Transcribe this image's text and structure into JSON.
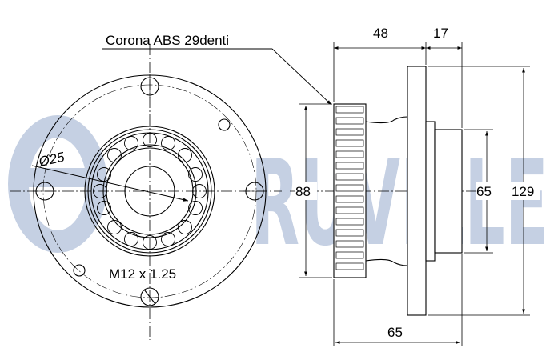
{
  "watermark": {
    "text": "RUVILLE",
    "color": "#c5d0e3",
    "logo": "ruville-logo-mark"
  },
  "callout": {
    "ring_label": "Corona ABS 29denti"
  },
  "front_view": {
    "bore_label": "Ø25",
    "thread_label": "M12 x 1.25"
  },
  "side_view": {
    "top_dims": [
      "48",
      "17"
    ],
    "left_dim": "88",
    "right_dims": [
      "65",
      "129"
    ],
    "bottom_dim": "65"
  },
  "colors": {
    "line": "#000000",
    "watermark": "#c5d0e3"
  }
}
